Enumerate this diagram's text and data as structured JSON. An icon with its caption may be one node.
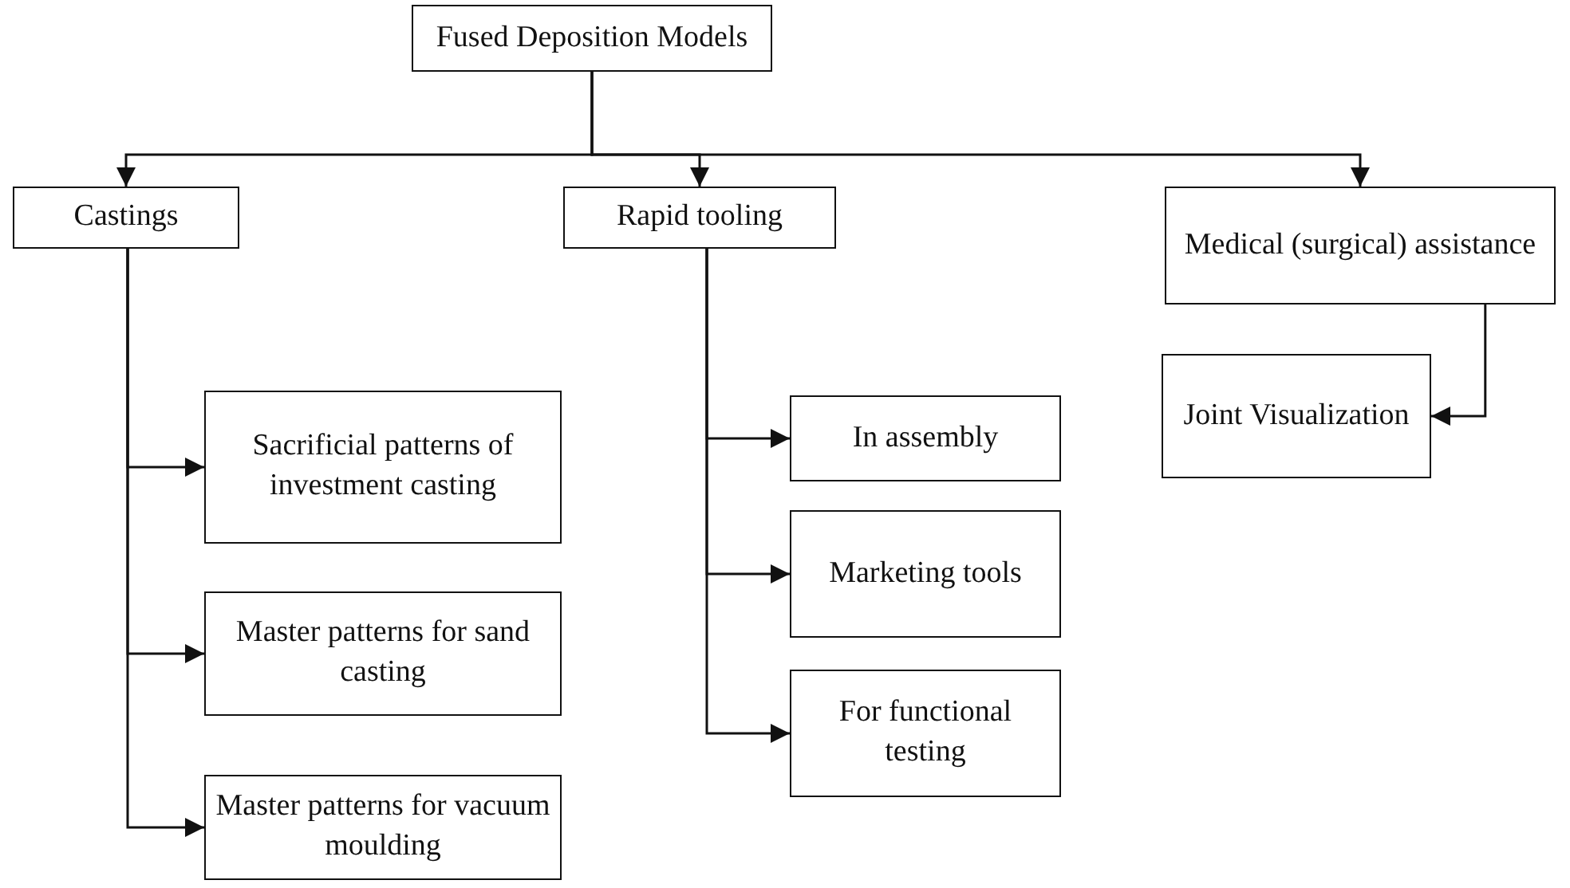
{
  "diagram": {
    "nodes": [
      {
        "text": [
          "Fused Deposition Models"
        ]
      },
      {
        "text": [
          "Castings"
        ]
      },
      {
        "text": [
          "Rapid tooling"
        ]
      },
      {
        "text": [
          "Medical (surgical) assistance"
        ]
      },
      {
        "text": [
          "Sacrificial patterns of investment casting"
        ]
      },
      {
        "text": [
          "Master patterns for sand casting"
        ]
      },
      {
        "text": [
          "Master patterns for vacuum moulding"
        ]
      },
      {
        "text": [
          "In assembly"
        ]
      },
      {
        "text": [
          "Marketing tools"
        ]
      },
      {
        "text": [
          "For functional testing"
        ]
      },
      {
        "text": [
          "Joint Visualization"
        ]
      }
    ],
    "edges": [
      {
        "from": 0,
        "to": 1,
        "arrow": "to"
      },
      {
        "from": 0,
        "to": 2,
        "arrow": "to"
      },
      {
        "from": 0,
        "to": 3,
        "arrow": "to"
      },
      {
        "from": 1,
        "to": 4,
        "arrow": "to"
      },
      {
        "from": 1,
        "to": 5,
        "arrow": "to"
      },
      {
        "from": 1,
        "to": 6,
        "arrow": "to"
      },
      {
        "from": 2,
        "to": 7,
        "arrow": "to"
      },
      {
        "from": 2,
        "to": 8,
        "arrow": "to"
      },
      {
        "from": 2,
        "to": 9,
        "arrow": "to"
      },
      {
        "from": 3,
        "to": 10,
        "arrow": "to"
      }
    ]
  }
}
